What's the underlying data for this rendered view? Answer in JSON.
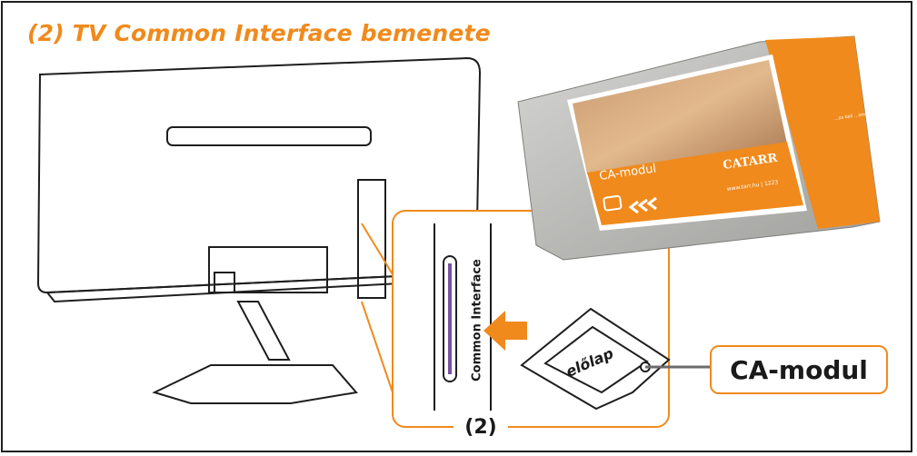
{
  "title": "(2) TV Common Interface bemenete",
  "callout": {
    "label": "CA-modul"
  },
  "slot": {
    "number_label": "(2)",
    "interface_label": "Common Interface"
  },
  "small_card": {
    "label": "előlap"
  },
  "photo_card": {
    "module_label": "CA-modul",
    "brand": "CATARR",
    "url_text": "www.tarr.hu | 1223",
    "side_text": "...za kell ...omra"
  },
  "colors": {
    "accent": "#f08a1c",
    "outline": "#1e1e1e"
  }
}
